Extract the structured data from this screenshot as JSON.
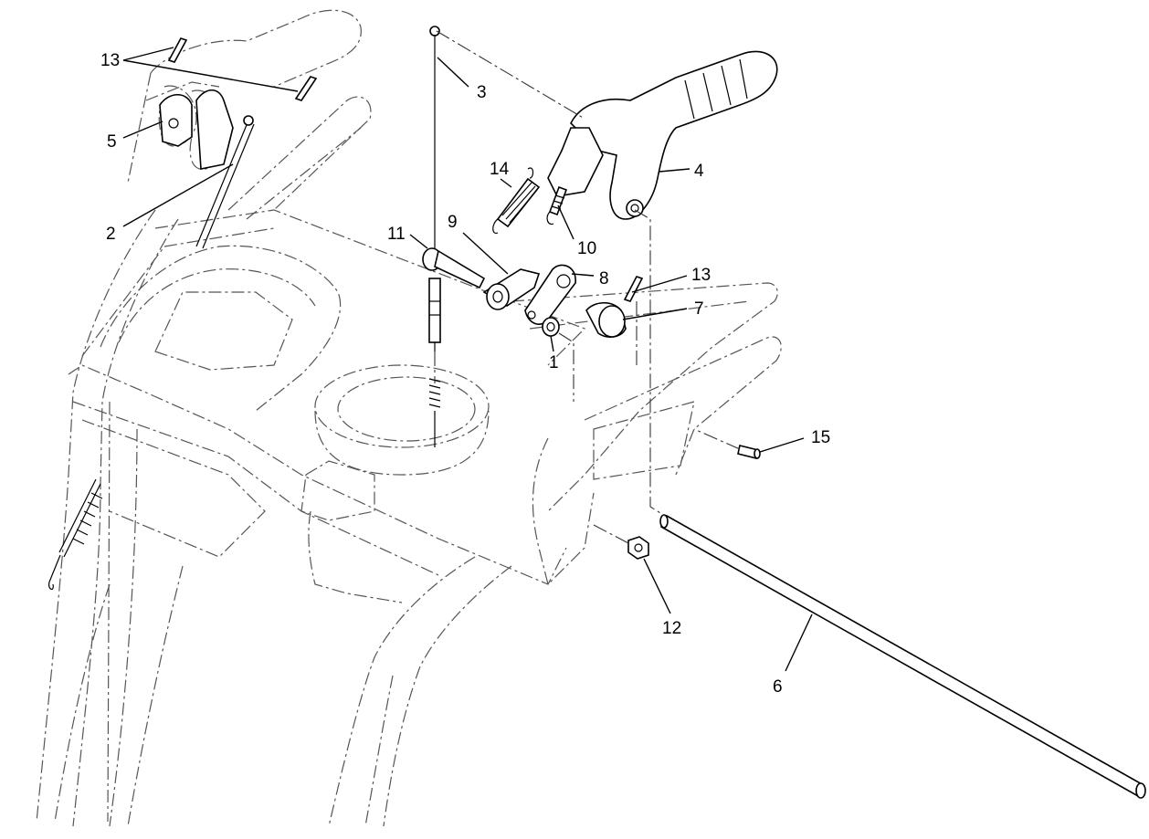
{
  "labels": {
    "l1": "1",
    "l2": "2",
    "l3": "3",
    "l4": "4",
    "l5": "5",
    "l6": "6",
    "l7": "7",
    "l8": "8",
    "l9": "9",
    "l10": "10",
    "l11": "11",
    "l12": "12",
    "l13a": "13",
    "l13b": "13",
    "l14": "14",
    "l15": "15"
  }
}
